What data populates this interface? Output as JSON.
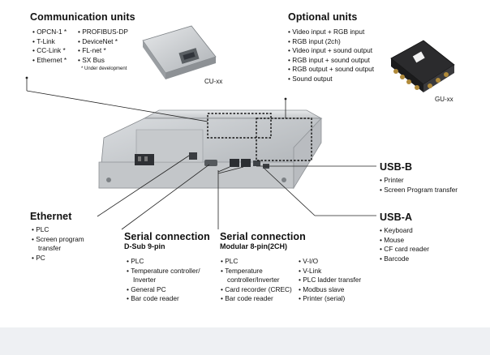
{
  "communication_units": {
    "title": "Communication units",
    "col1": [
      "OPCN-1 *",
      "T-Link",
      "CC-Link *",
      "Ethernet *"
    ],
    "col2": [
      "PROFIBUS-DP",
      "DeviceNet *",
      "FL-net *",
      "SX Bus"
    ],
    "note": "* Under development",
    "device_label": "CU-xx"
  },
  "optional_units": {
    "title": "Optional units",
    "items": [
      "Video input + RGB input",
      "RGB input (2ch)",
      "Video input + sound output",
      "RGB input + sound output",
      "RGB output + sound output",
      "Sound output"
    ],
    "device_label": "GU-xx"
  },
  "usb_b": {
    "title": "USB-B",
    "items": [
      "Printer",
      "Screen Program transfer"
    ]
  },
  "usb_a": {
    "title": "USB-A",
    "items": [
      "Keyboard",
      "Mouse",
      "CF card reader",
      "Barcode"
    ]
  },
  "ethernet": {
    "title": "Ethernet",
    "items": [
      "PLC",
      "Screen program",
      "transfer",
      "PC"
    ]
  },
  "serial_dsub": {
    "title": "Serial connection",
    "subtitle": "D-Sub 9-pin",
    "items": [
      "PLC",
      "Temperature controller/",
      "Inverter",
      "General PC",
      "Bar code reader"
    ]
  },
  "serial_modular": {
    "title": "Serial connection",
    "subtitle": "Modular 8-pin(2CH)",
    "col1": [
      "PLC",
      "Temperature",
      "controller/Inverter",
      "Card recorder (CREC)",
      "Bar code reader"
    ],
    "col2": [
      "V-I/O",
      "V-Link",
      "PLC ladder transfer",
      "Modbus slave",
      "Printer (serial)"
    ]
  }
}
